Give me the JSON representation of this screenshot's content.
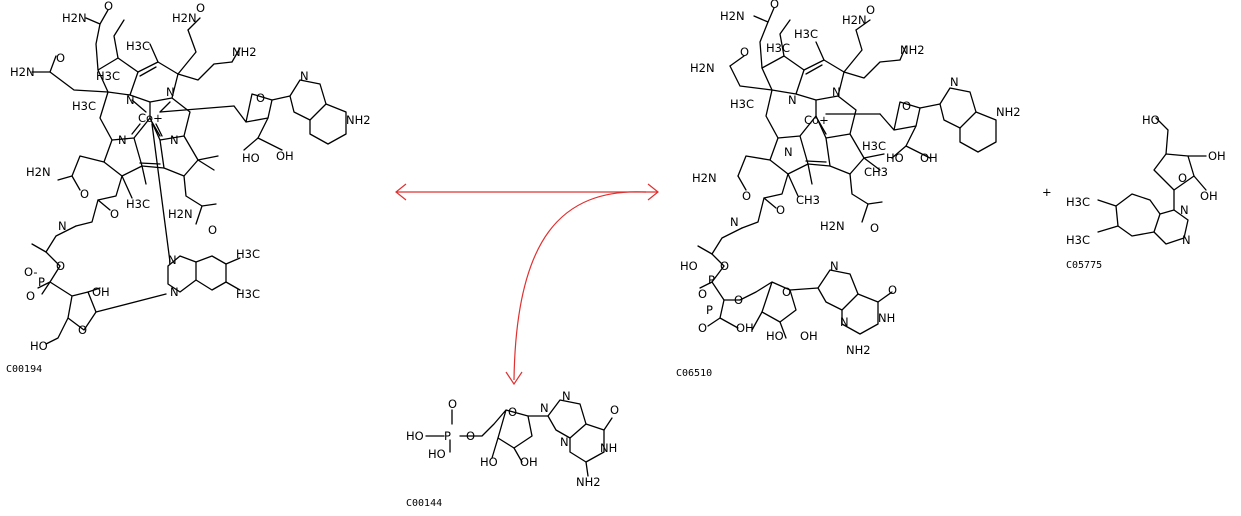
{
  "compounds": {
    "left": {
      "id": "C00194"
    },
    "right_main": {
      "id": "C06510"
    },
    "right_small": {
      "id": "C05775"
    },
    "bottom": {
      "id": "C00144"
    }
  },
  "plus_sign": "+",
  "atoms": {
    "H2N": "H2N",
    "NH2": "NH2",
    "H3C": "H3C",
    "N": "N",
    "NH": "NH",
    "O": "O",
    "OH": "OH",
    "HO": "HO",
    "Co_plus": "Co+",
    "P": "P",
    "O_minus": "O-"
  },
  "arrow_color": "#e03030"
}
